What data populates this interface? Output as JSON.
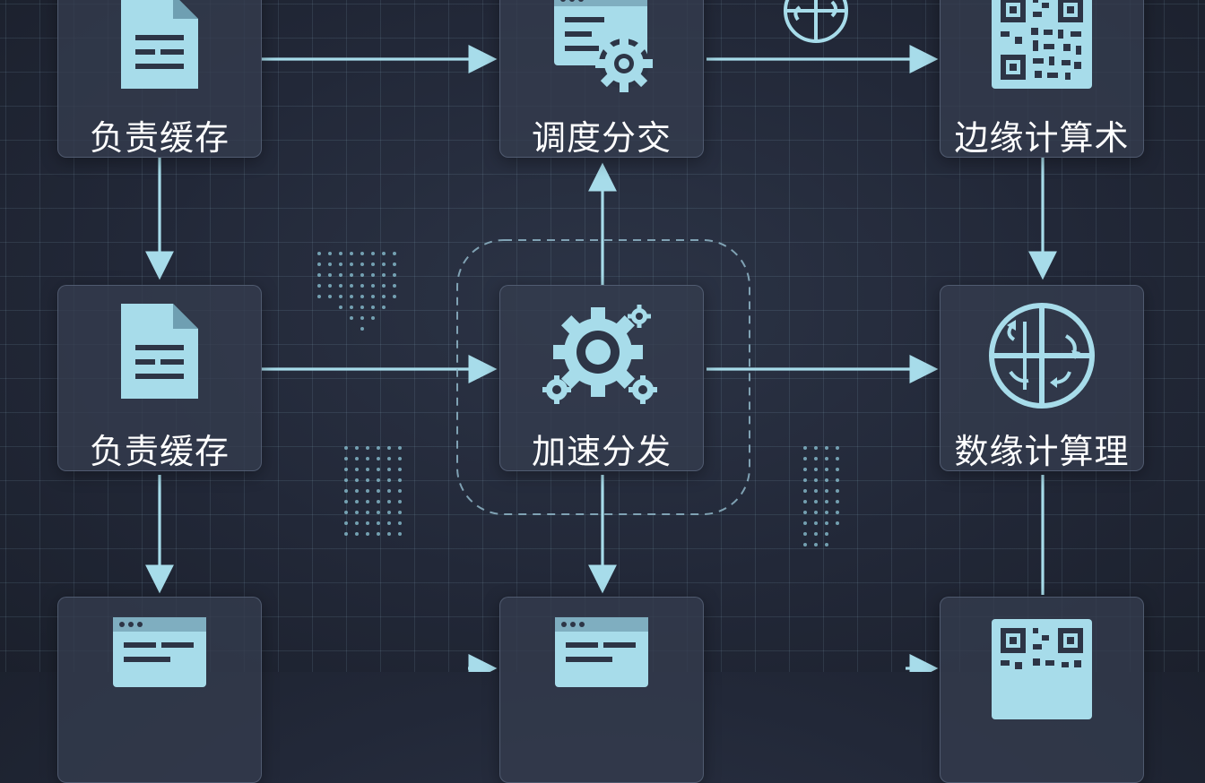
{
  "nodes": {
    "top_left": {
      "label": "负责缓存",
      "icon": "document-icon"
    },
    "top_center": {
      "label": "调度分交",
      "icon": "browser-gear-icon"
    },
    "top_right": {
      "label": "边缘计算术",
      "icon": "qr-code-icon"
    },
    "mid_left": {
      "label": "负责缓存",
      "icon": "document-icon"
    },
    "mid_center": {
      "label": "加速分发",
      "icon": "gear-cluster-icon"
    },
    "mid_right": {
      "label": "数缘计算理",
      "icon": "globe-arrows-icon"
    },
    "bottom_left": {
      "label": "",
      "icon": "browser-window-icon"
    },
    "bottom_center": {
      "label": "",
      "icon": "browser-window-icon"
    },
    "bottom_right": {
      "label": "",
      "icon": "qr-code-icon"
    }
  },
  "colors": {
    "background": "#222838",
    "accent": "#a7dcea",
    "text": "#ffffff",
    "panel": "#343c4e"
  }
}
